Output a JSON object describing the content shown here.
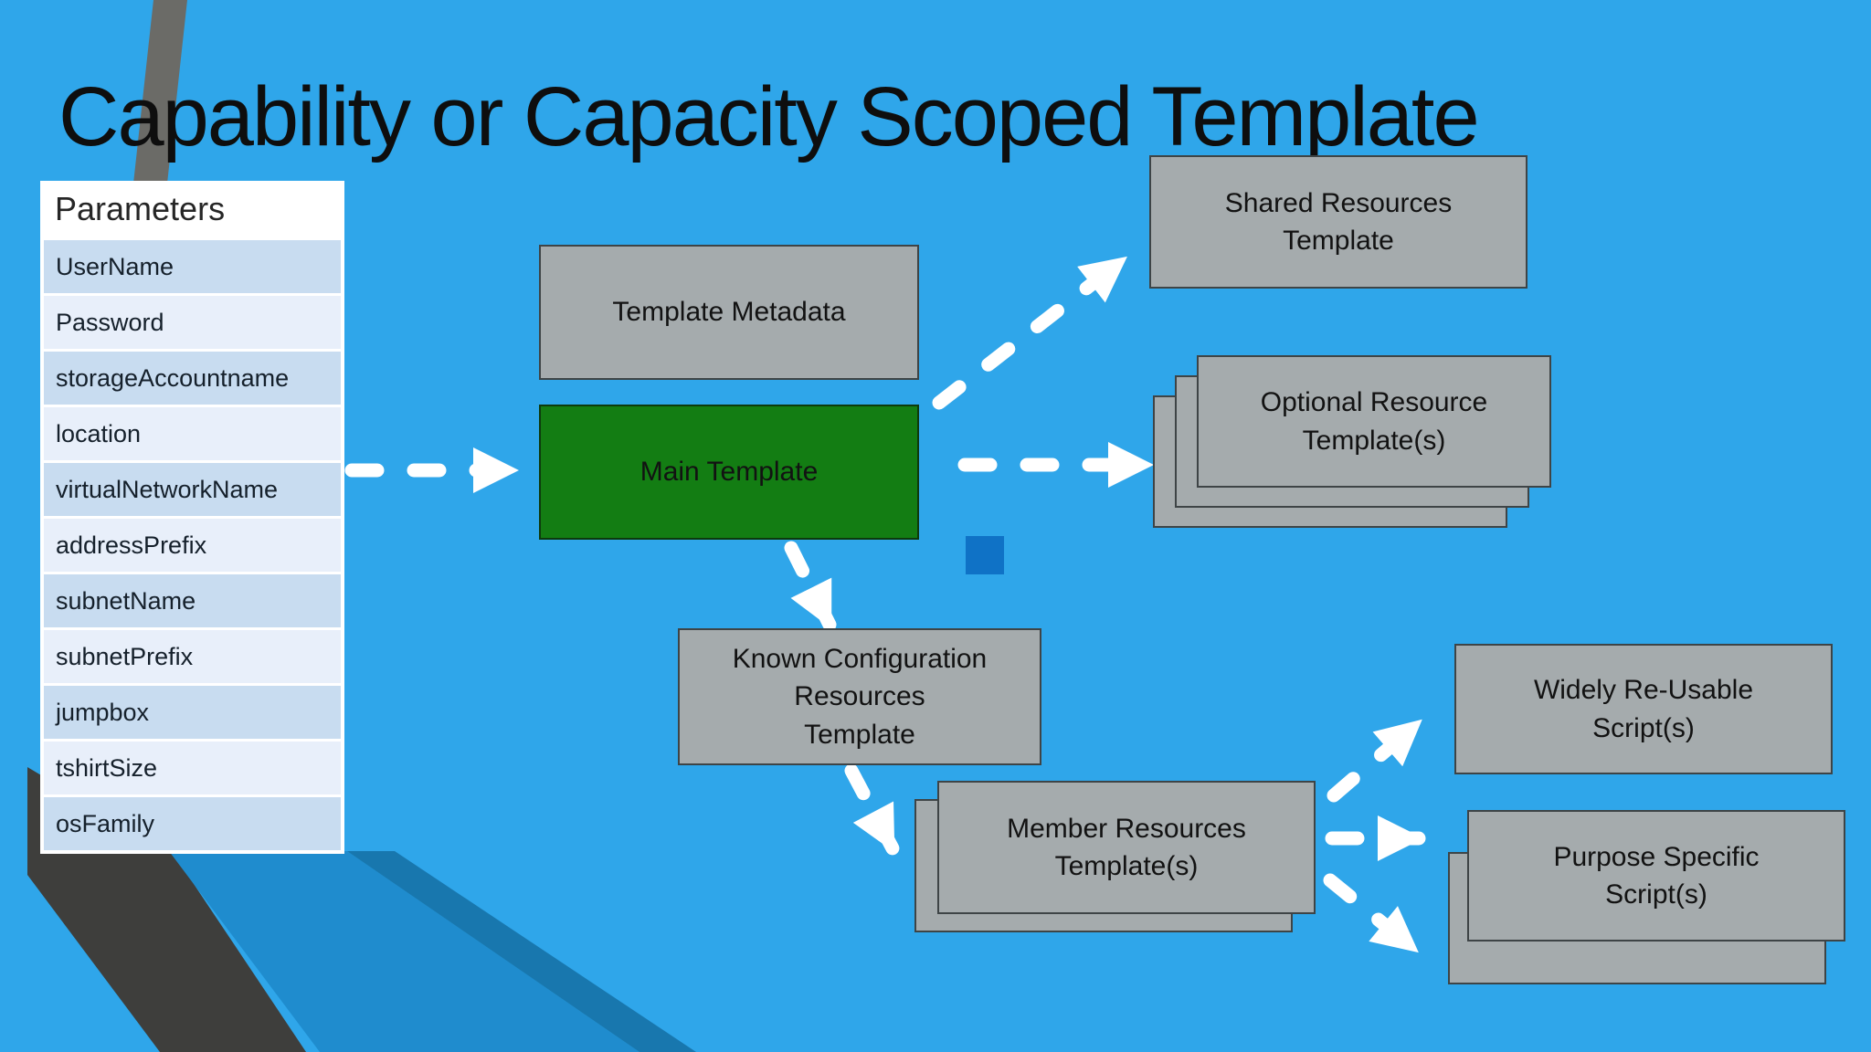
{
  "slide": {
    "title": "Capability or Capacity Scoped Template"
  },
  "parameters_panel": {
    "header": "Parameters",
    "rows": [
      "UserName",
      "Password",
      "storageAccountname",
      "location",
      "virtualNetworkName",
      "addressPrefix",
      "subnetName",
      "subnetPrefix",
      "jumpbox",
      "tshirtSize",
      "osFamily"
    ]
  },
  "nodes": {
    "template_metadata": {
      "label": [
        "Template Metadata"
      ]
    },
    "main_template": {
      "label": [
        "Main Template"
      ]
    },
    "shared_resources": {
      "label": [
        "Shared Resources",
        "Template"
      ]
    },
    "optional_resources": {
      "label": [
        "Optional Resource",
        "Template(s)"
      ]
    },
    "known_configuration": {
      "label": [
        "Known Configuration",
        "Resources",
        "Template"
      ]
    },
    "member_resources": {
      "label": [
        "Member Resources",
        "Template(s)"
      ]
    },
    "widely_reusable": {
      "label": [
        "Widely Re-Usable",
        "Script(s)"
      ]
    },
    "purpose_specific": {
      "label": [
        "Purpose Specific",
        "Script(s)"
      ]
    }
  },
  "colors": {
    "background": "#2FA6EA",
    "box_fill": "#A5ABAD",
    "box_border": "#3E4446",
    "main_template_green": "#137D13",
    "arrow_white": "#FFFFFF",
    "accent_square_blue": "#0F72C6",
    "param_row_dark": "#C8DCF0",
    "param_row_light": "#E8EFFA",
    "ribbon_gray_top": "#6B6B67",
    "ribbon_dark_bottom": "#3E3E3C",
    "ribbon_blue_bottom": "#1F8CCE"
  }
}
